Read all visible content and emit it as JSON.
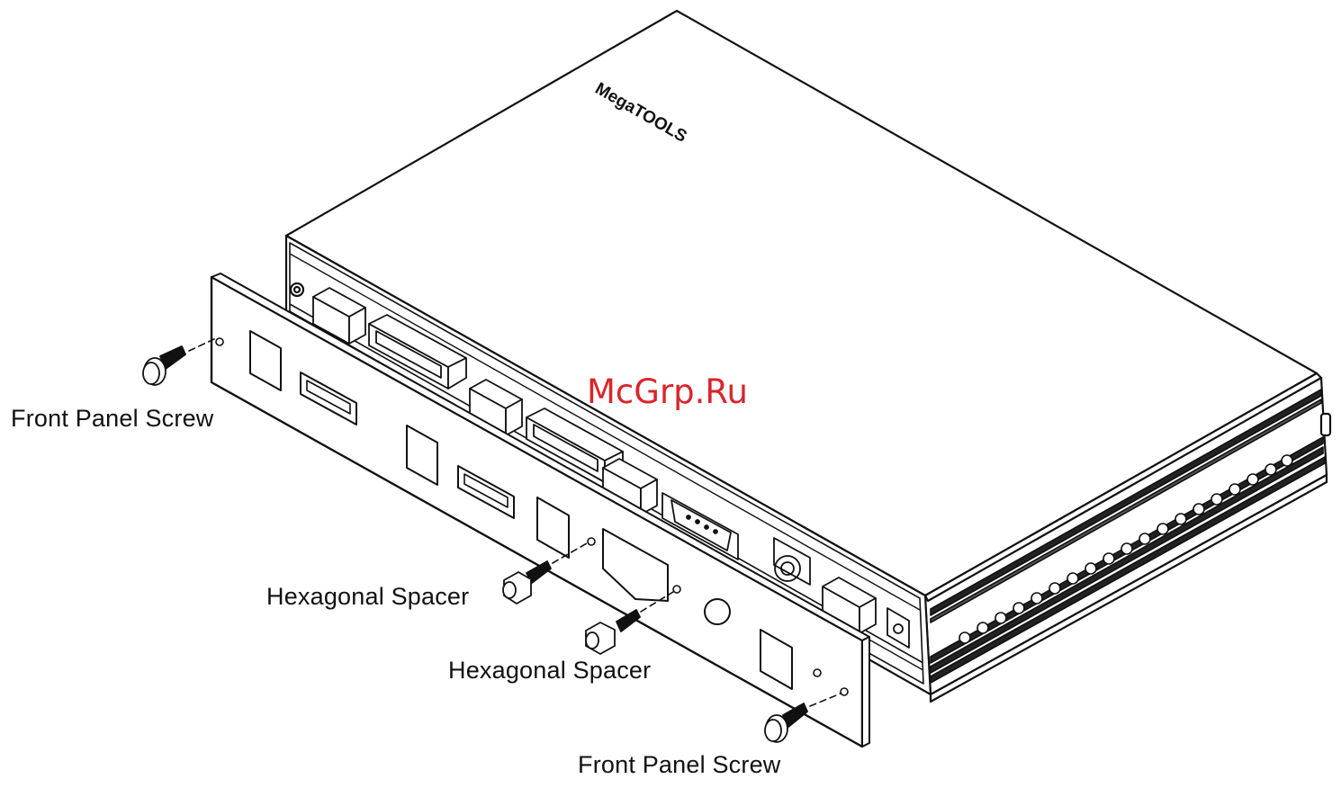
{
  "diagram": {
    "brand_logo": "MegaTOOLS",
    "labels": {
      "front_panel_screw_left": "Front Panel Screw",
      "hexagonal_spacer_upper": "Hexagonal Spacer",
      "hexagonal_spacer_lower": "Hexagonal Spacer",
      "front_panel_screw_right": "Front Panel Screw"
    }
  },
  "watermark": {
    "text": "McGrp.Ru"
  },
  "colors": {
    "line": "#111111",
    "fill": "#ffffff",
    "watermark": "#d9262c"
  }
}
